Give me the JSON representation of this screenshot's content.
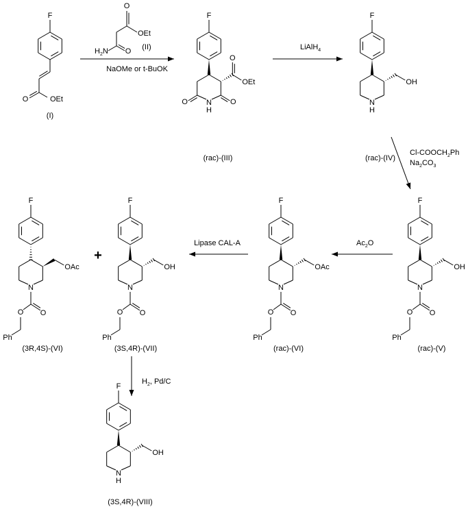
{
  "atoms": {
    "F": "F",
    "O": "O",
    "N": "N",
    "H": "H",
    "OEt": "OEt",
    "OH": "OH",
    "OAc": "OAc",
    "Ph": "Ph",
    "H2N_H": "H",
    "H2N_2": "2",
    "H2N_N": "N"
  },
  "compounds": {
    "I": "(I)",
    "II": "(II)",
    "III": "(rac)-(III)",
    "IV": "(rac)-(IV)",
    "V": "(rac)-(V)",
    "VI_rac": "(rac)-(VI)",
    "VI_3R4S": "(3R,4S)-(VI)",
    "VII": "(3S,4R)-(VII)",
    "VIII": "(3S,4R)-(VIII)"
  },
  "reagents": {
    "step1_base": "NaOMe  or  t-BuOK",
    "step2": {
      "main": "LiAlH",
      "sub": "4"
    },
    "step3": {
      "line1_a": "Cl-COOCH",
      "line1_sub": "2",
      "line1_b": "Ph",
      "line2_a": "Na",
      "line2_sub1": "2",
      "line2_b": "CO",
      "line2_sub2": "3"
    },
    "step4": {
      "a": "Ac",
      "sub": "2",
      "b": "O"
    },
    "step5": "Lipase CAL-A",
    "step6": {
      "a": "H",
      "sub": "2",
      "b": ",  Pd/C"
    }
  },
  "plus": "+"
}
